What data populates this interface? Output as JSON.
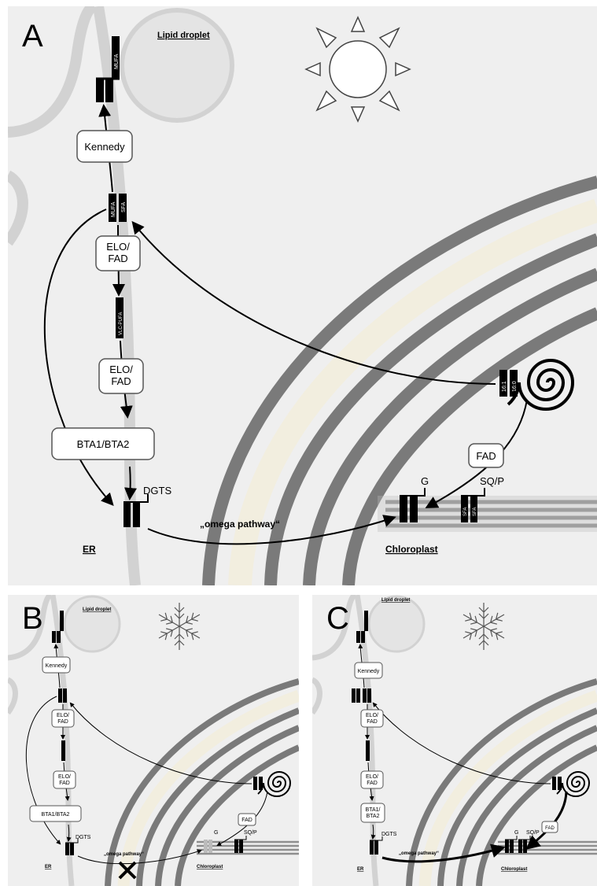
{
  "panels": [
    {
      "label": "A",
      "condition_icon": "sun-icon",
      "lipid_droplet": "Lipid droplet",
      "er": "ER",
      "chloroplast": "Chloroplast",
      "kennedy": "Kennedy",
      "elo_fad_1": "ELO/\nFAD",
      "elo_fad_2": "ELO/\nFAD",
      "bta": "BTA1/BTA2",
      "fad": "FAD",
      "dgts": "DGTS",
      "g": "G",
      "sqp": "SQ/P",
      "omega": "„omega pathway“",
      "mufa_top": "MUFA",
      "mufa_mid": "MUFA",
      "sfa_mid": "SFA",
      "vlc_pufa": "VLC-PUFA",
      "fa_16_1": "16:1",
      "fa_16_0": "16:0",
      "sfa_c1": "SFA",
      "sfa_c2": "SFA"
    },
    {
      "label": "B",
      "condition_icon": "snowflake-icon",
      "lipid_droplet": "Lipid droplet",
      "er": "ER",
      "chloroplast": "Chloroplast",
      "kennedy": "Kennedy",
      "elo_fad_1": "ELO/\nFAD",
      "elo_fad_2": "ELO/\nFAD",
      "bta": "BTA1/BTA2",
      "fad": "FAD",
      "dgts": "DGTS",
      "g": "G",
      "sqp": "SQ/P",
      "omega": "„omega pathway“",
      "blocked_icon": "cross-icon"
    },
    {
      "label": "C",
      "condition_icon": "snowflake-icon",
      "lipid_droplet": "Lipid droplet",
      "er": "ER",
      "chloroplast": "Chloroplast",
      "kennedy": "Kennedy",
      "elo_fad_1": "ELO/\nFAD",
      "elo_fad_2": "ELO/\nFAD",
      "bta": "BTA1/\nBTA2",
      "fad": "FAD",
      "dgts": "DGTS",
      "g": "G",
      "sqp": "SQ/P",
      "omega": "„omega pathway“"
    }
  ],
  "colors": {
    "background": "#efefef",
    "membrane": "#d2d2d2",
    "envelope": "#7a7a7a",
    "stroma_band": "#f2eedf",
    "box_fill": "#ffffff",
    "ink": "#000000"
  }
}
